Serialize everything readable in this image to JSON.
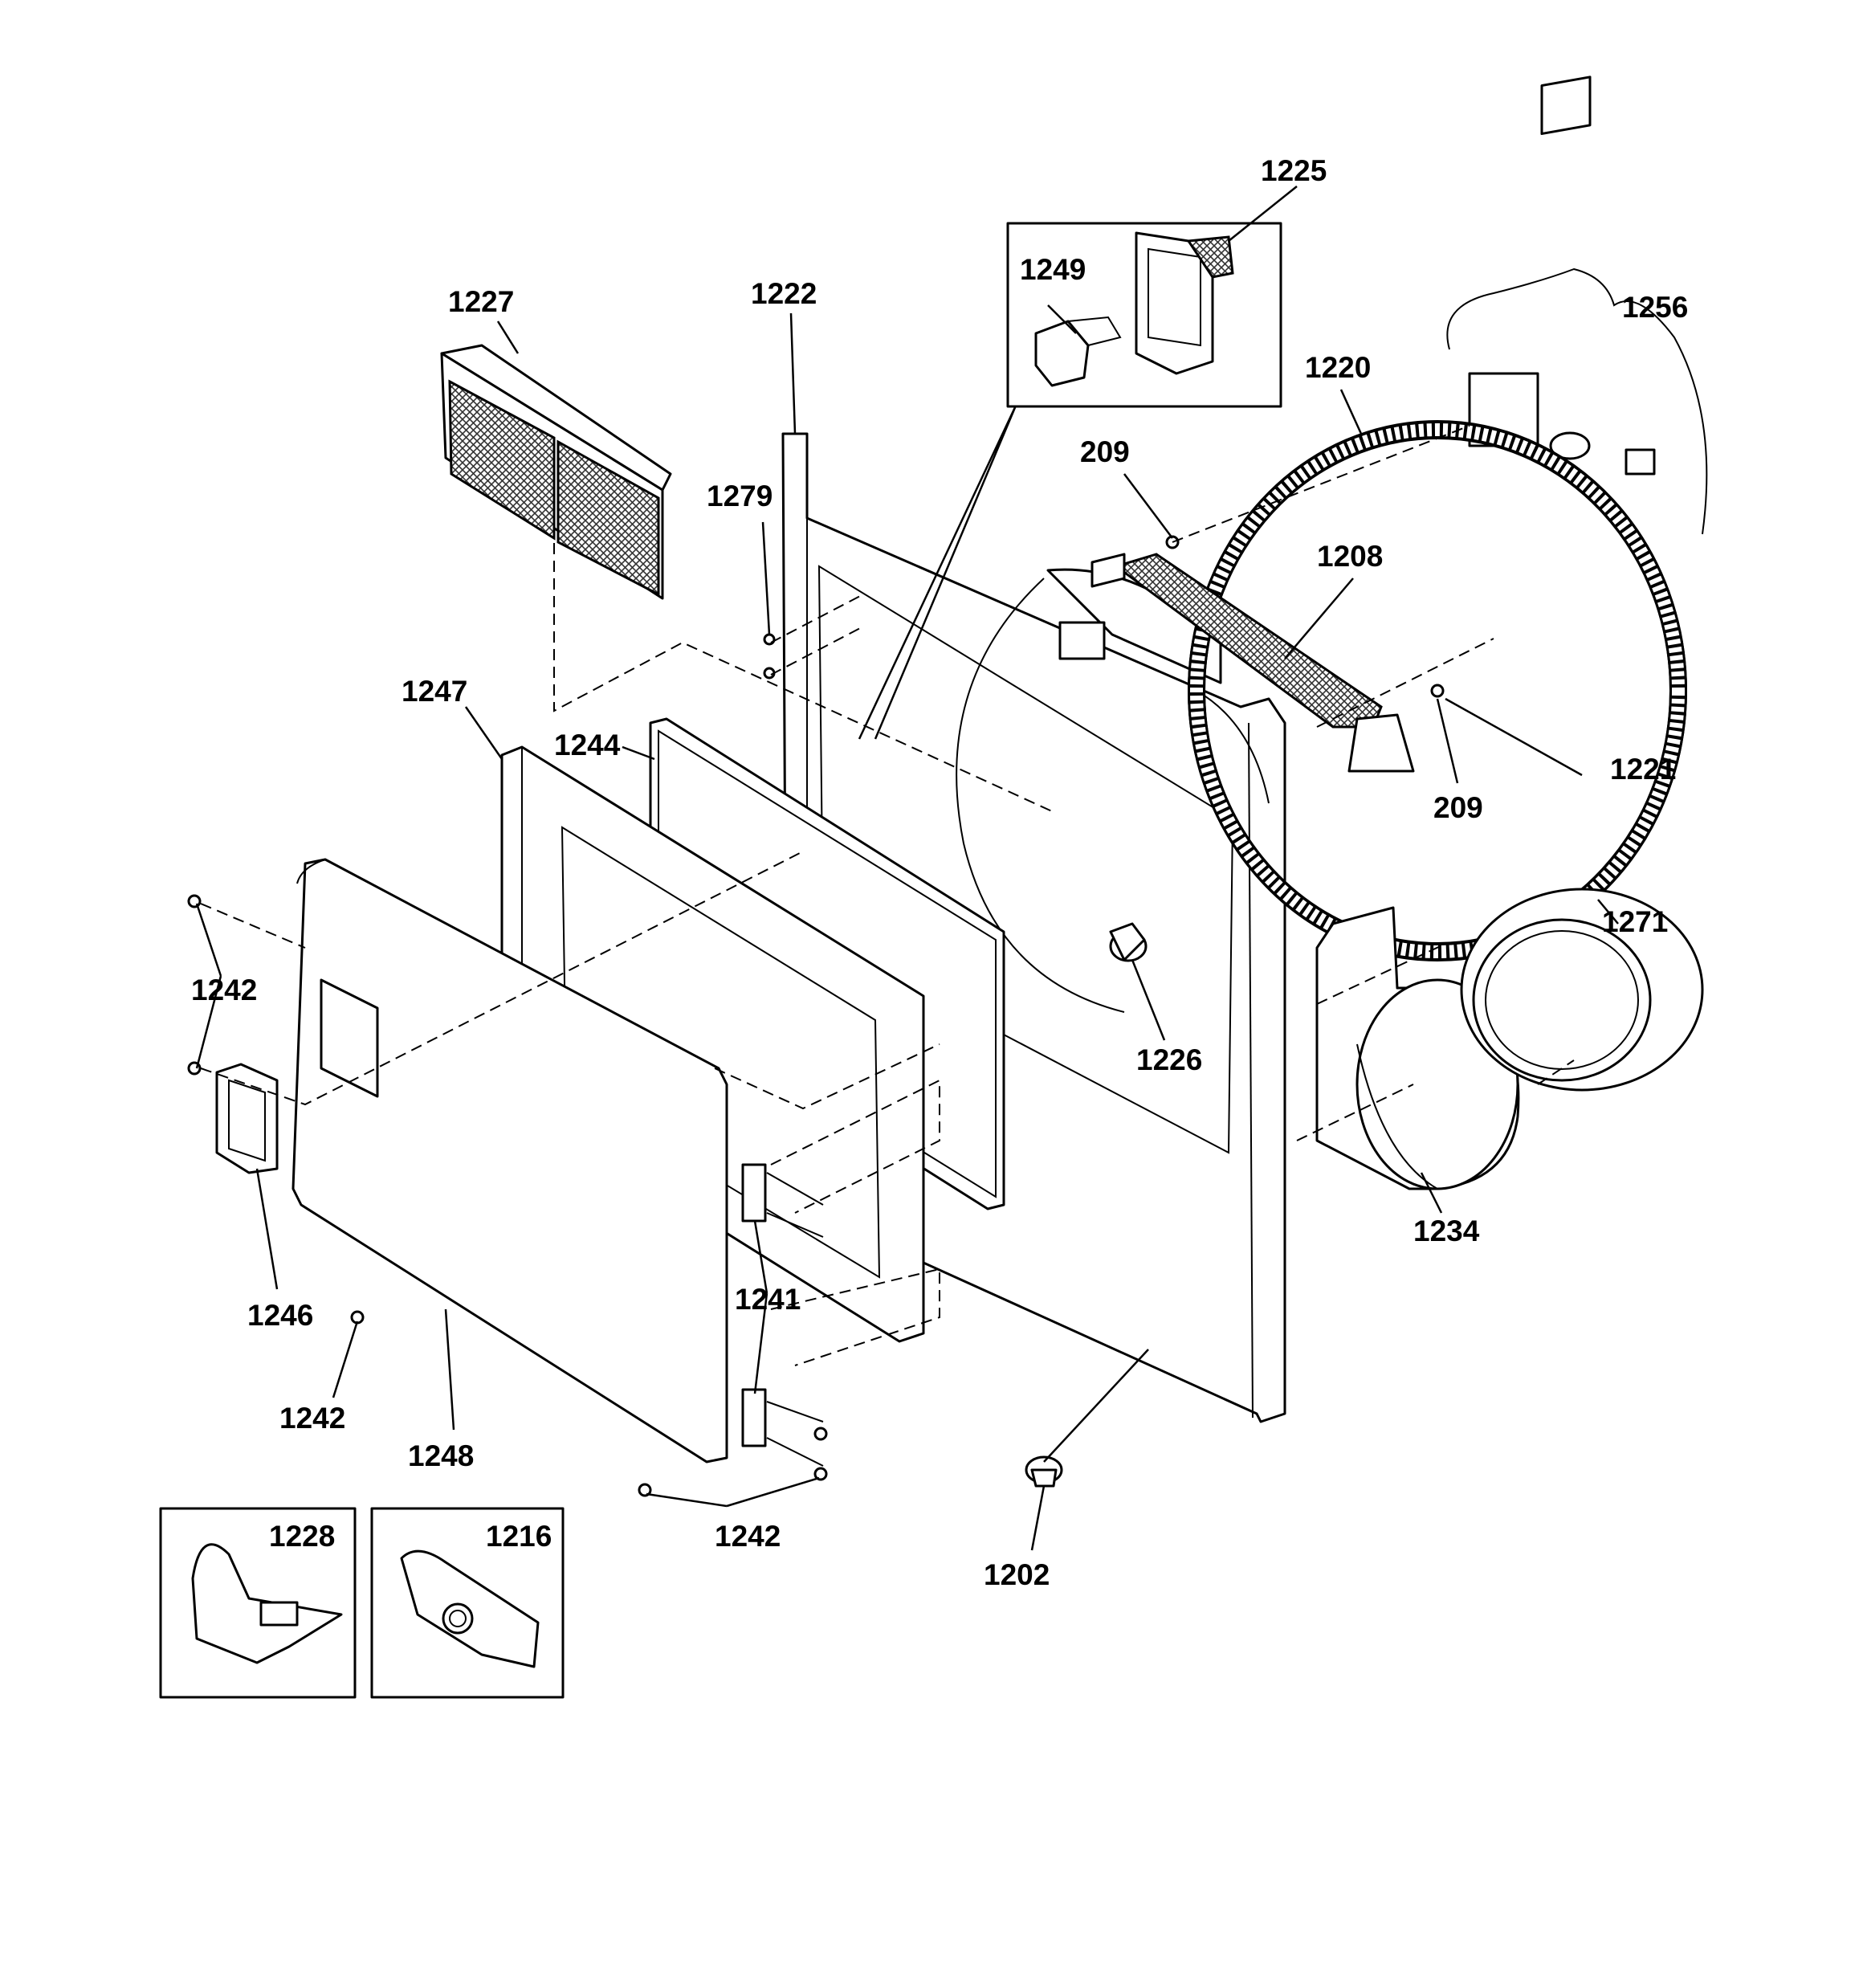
{
  "diagram": {
    "parts": [
      {
        "id": "p1225",
        "label": "1225"
      },
      {
        "id": "p1249",
        "label": "1249"
      },
      {
        "id": "p1227",
        "label": "1227"
      },
      {
        "id": "p1222",
        "label": "1222"
      },
      {
        "id": "p1256",
        "label": "1256"
      },
      {
        "id": "p1220",
        "label": "1220"
      },
      {
        "id": "p209a",
        "label": "209"
      },
      {
        "id": "p1279",
        "label": "1279"
      },
      {
        "id": "p1208",
        "label": "1208"
      },
      {
        "id": "p1247",
        "label": "1247"
      },
      {
        "id": "p1244",
        "label": "1244"
      },
      {
        "id": "p1221",
        "label": "1221"
      },
      {
        "id": "p209b",
        "label": "209"
      },
      {
        "id": "p1271",
        "label": "1271"
      },
      {
        "id": "p1242a",
        "label": "1242"
      },
      {
        "id": "p1226",
        "label": "1226"
      },
      {
        "id": "p1234",
        "label": "1234"
      },
      {
        "id": "p1246",
        "label": "1246"
      },
      {
        "id": "p1241",
        "label": "1241"
      },
      {
        "id": "p1242b",
        "label": "1242"
      },
      {
        "id": "p1248",
        "label": "1248"
      },
      {
        "id": "p1242c",
        "label": "1242"
      },
      {
        "id": "p1202",
        "label": "1202"
      },
      {
        "id": "p1228",
        "label": "1228"
      },
      {
        "id": "p1216",
        "label": "1216"
      }
    ]
  }
}
